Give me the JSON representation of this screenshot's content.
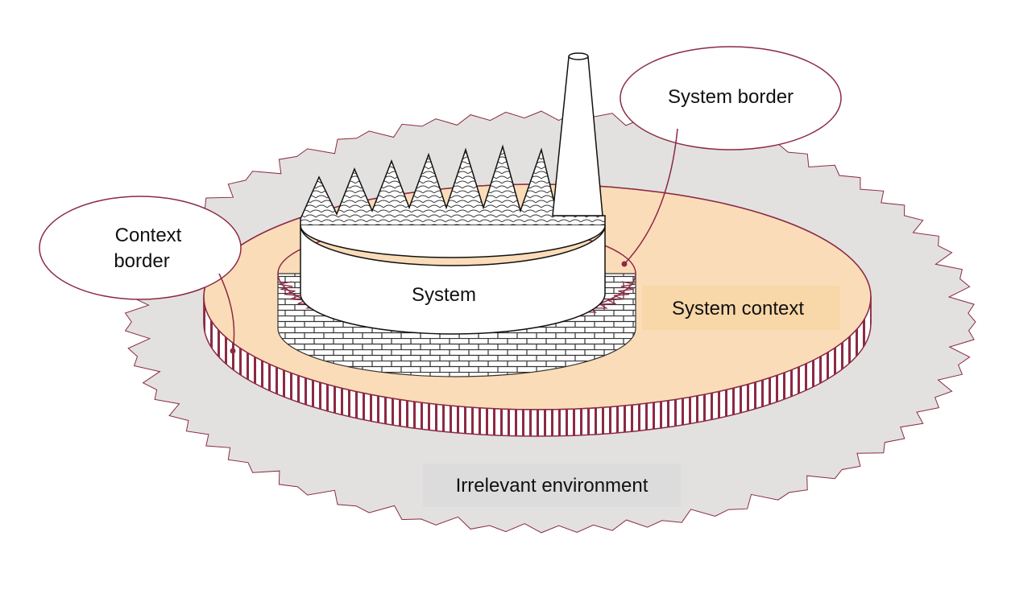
{
  "labels": {
    "system": "System",
    "system_context": "System context",
    "irrelevant_environment": "Irrelevant environment",
    "system_border": "System border",
    "context_border_line1": "Context",
    "context_border_line2": "border"
  },
  "colors": {
    "environment": "#e2e1e0",
    "environment_label_bg": "#dcdcdc",
    "context": "#fbdcb8",
    "context_label_bg": "#f8d7a8",
    "border_stroke": "#8c2a44",
    "wall_fill": "#ffffff",
    "brick": "#333333"
  }
}
